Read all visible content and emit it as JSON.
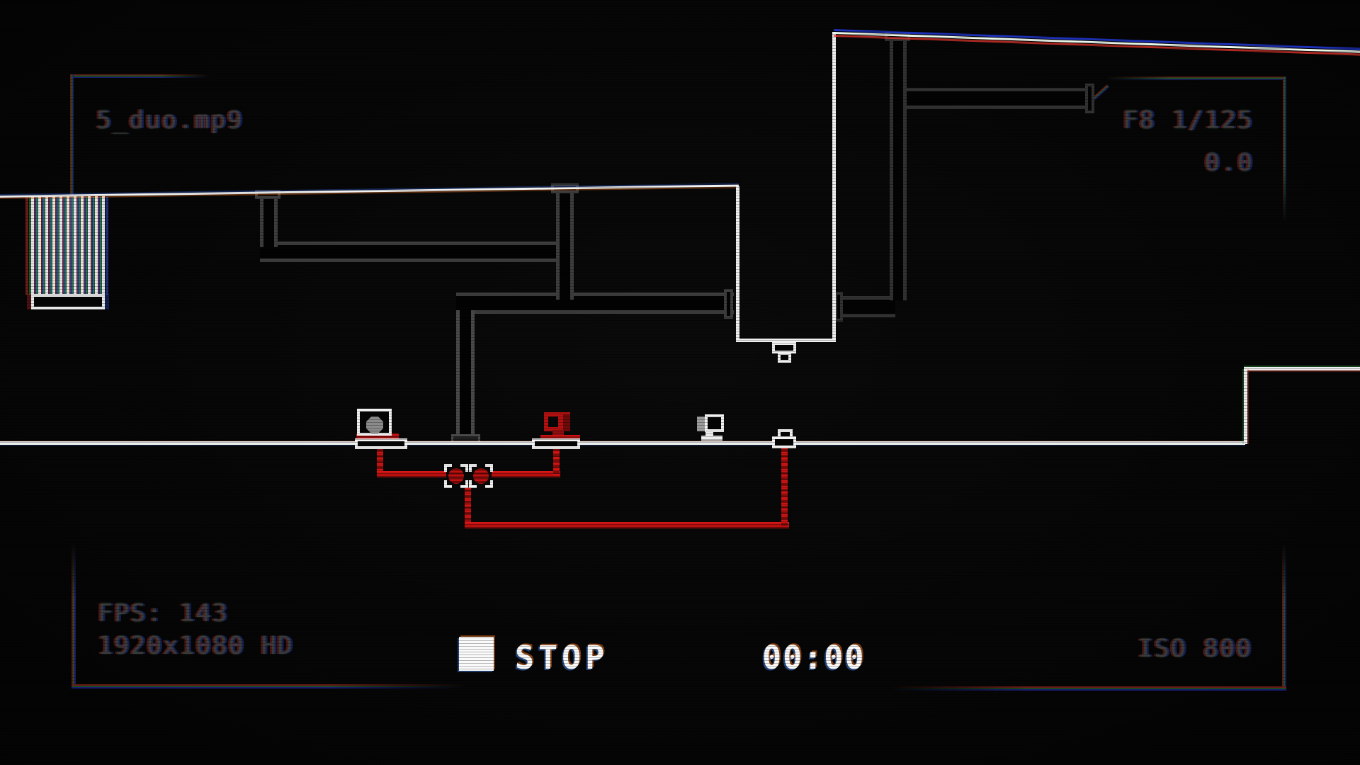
{
  "hud": {
    "filename": "5_duo.mp9",
    "exposure": "F8 1/125",
    "exposure_comp": "0.0",
    "fps": "FPS: 143",
    "resolution": "1920x1080 HD",
    "record_state": "STOP",
    "timecode": "00:00",
    "iso": "ISO 800"
  },
  "colors": {
    "wire_red": "#c81414",
    "wire_white": "#f0f0f0",
    "pipe_gray": "#3e3e3e",
    "hud_dim": "#3c3c3c",
    "hud_bright": "#fafafa",
    "background": "#050505"
  },
  "icons": {
    "stop": "stop-square"
  }
}
